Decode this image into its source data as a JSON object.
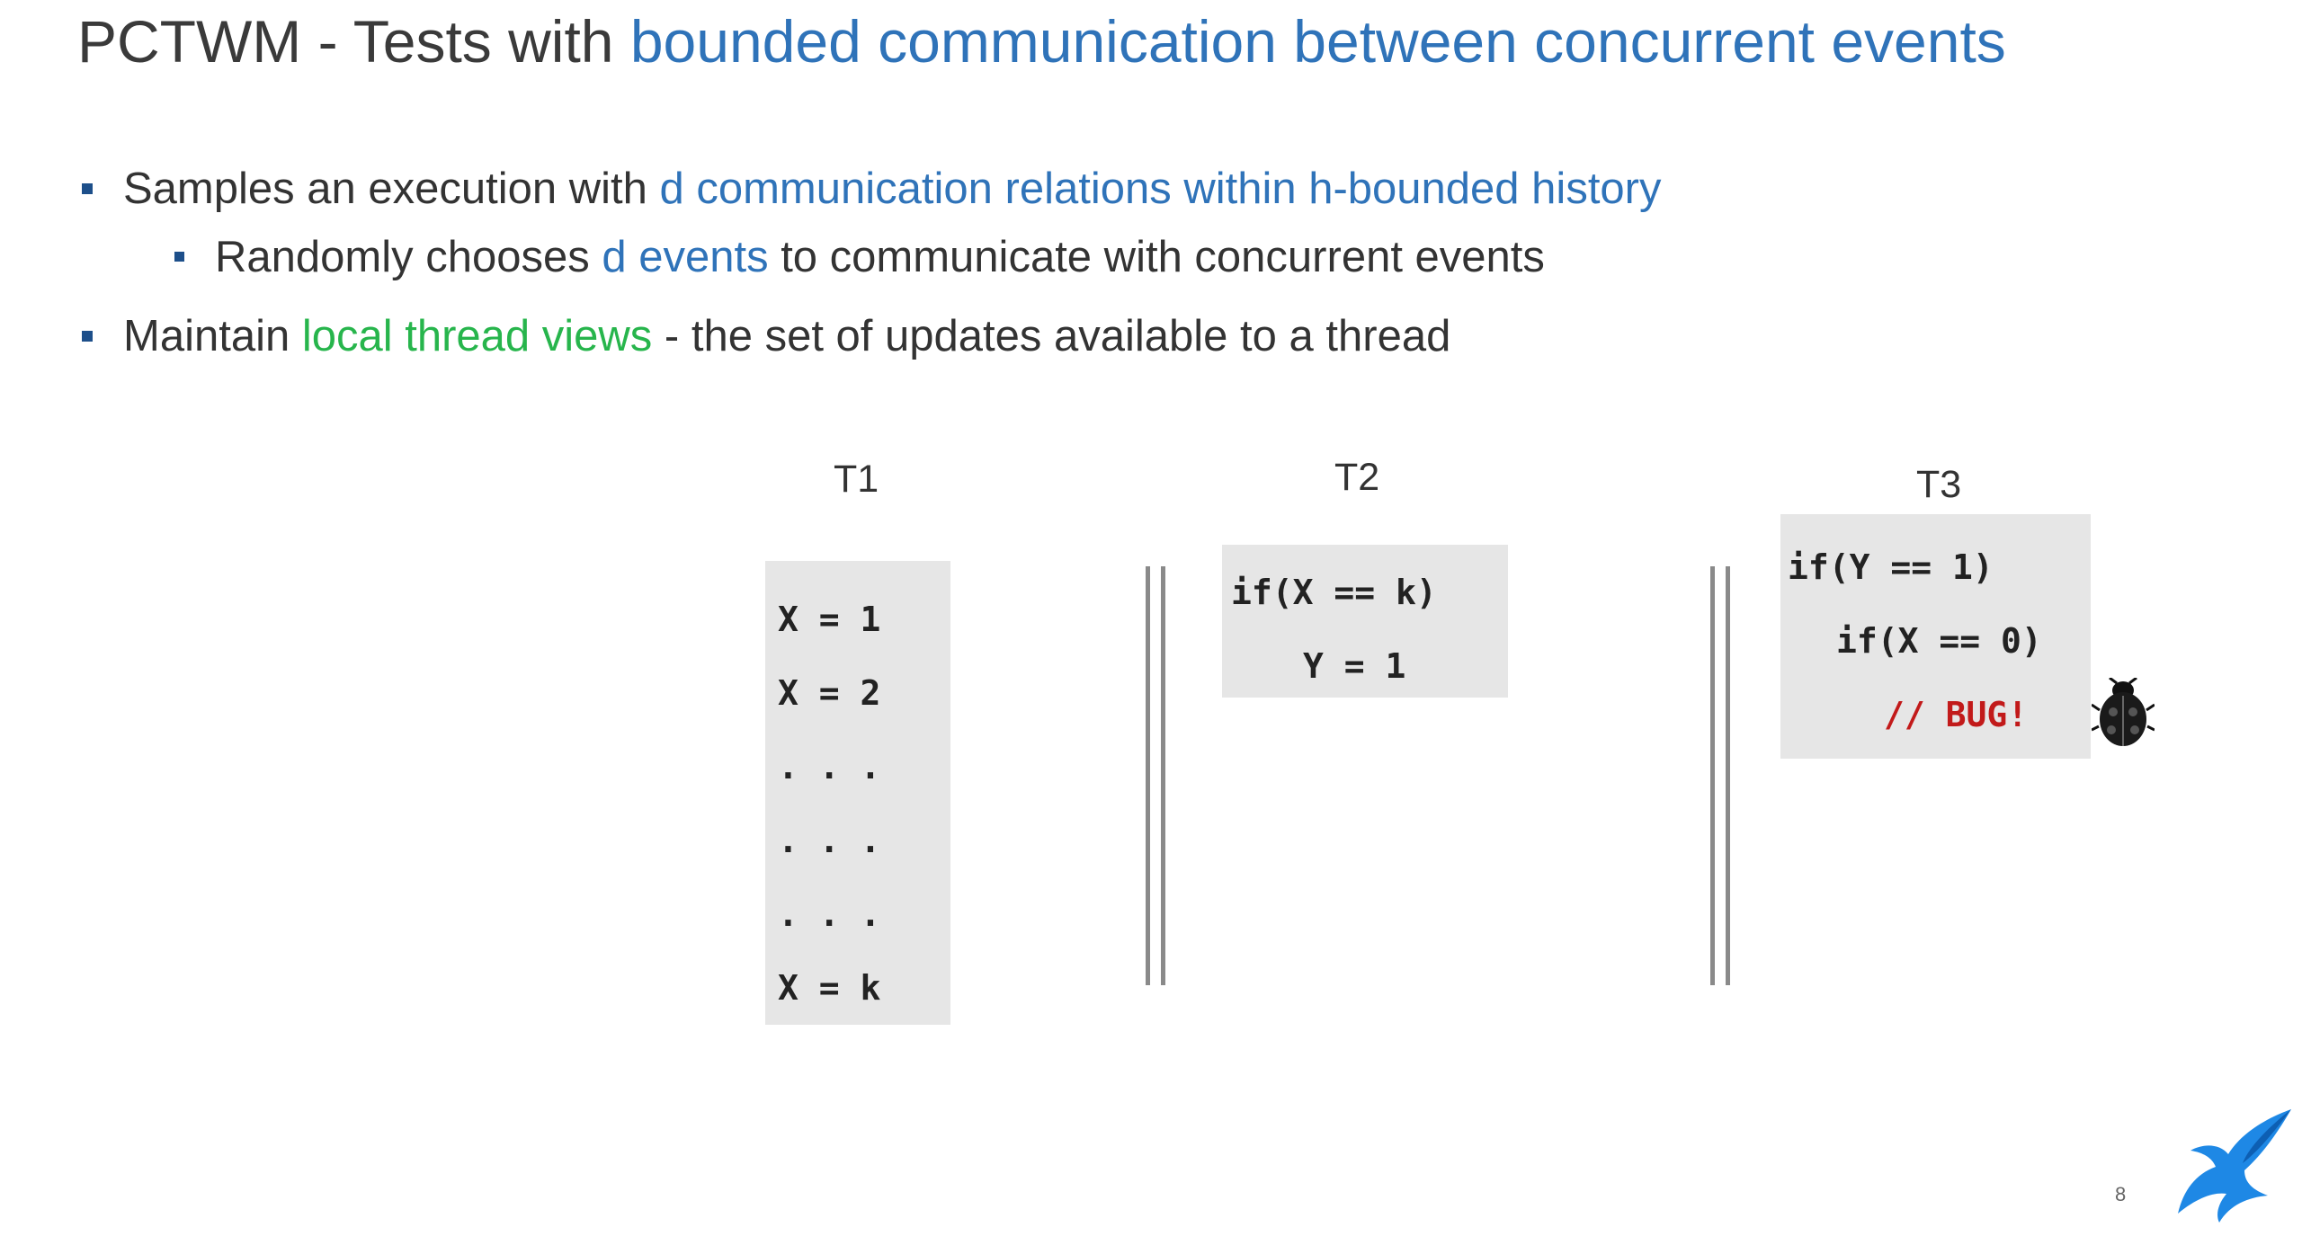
{
  "slide": {
    "title_plain": "PCTWM - Tests with ",
    "title_highlight": "bounded communication between concurrent events",
    "bullets": [
      {
        "text_before": "Samples an execution with ",
        "highlight1": "d communication relations",
        "between": " ",
        "highlight2": "within h-bounded history"
      },
      {
        "text_before": "Randomly chooses ",
        "highlight": "d events",
        "text_after": " to communicate with concurrent events"
      },
      {
        "text_before": "Maintain ",
        "highlight": "local thread views",
        "text_after": " - the set of updates available to a thread"
      }
    ],
    "threads": [
      {
        "label": "T1",
        "code": [
          "X = 1",
          "X = 2",
          ". . .",
          ". . .",
          ". . .",
          "X = k"
        ]
      },
      {
        "label": "T2",
        "code": [
          "if(X == k)",
          "Y = 1"
        ]
      },
      {
        "label": "T3",
        "code": [
          "if(Y == 1)",
          "if(X == 0)",
          "// BUG!"
        ]
      }
    ],
    "page_number": "8"
  },
  "colors": {
    "title": "#3a3a3a",
    "highlight_blue": "#2f73b9",
    "highlight_green": "#27b54c",
    "bullet_marker": "#1d4f8a",
    "code_background": "#e6e6e6",
    "bug_comment": "#c21a1a",
    "logo": "#1e88e5"
  },
  "icons": {
    "bug": "ladybug-icon",
    "logo": "bird-logo"
  }
}
